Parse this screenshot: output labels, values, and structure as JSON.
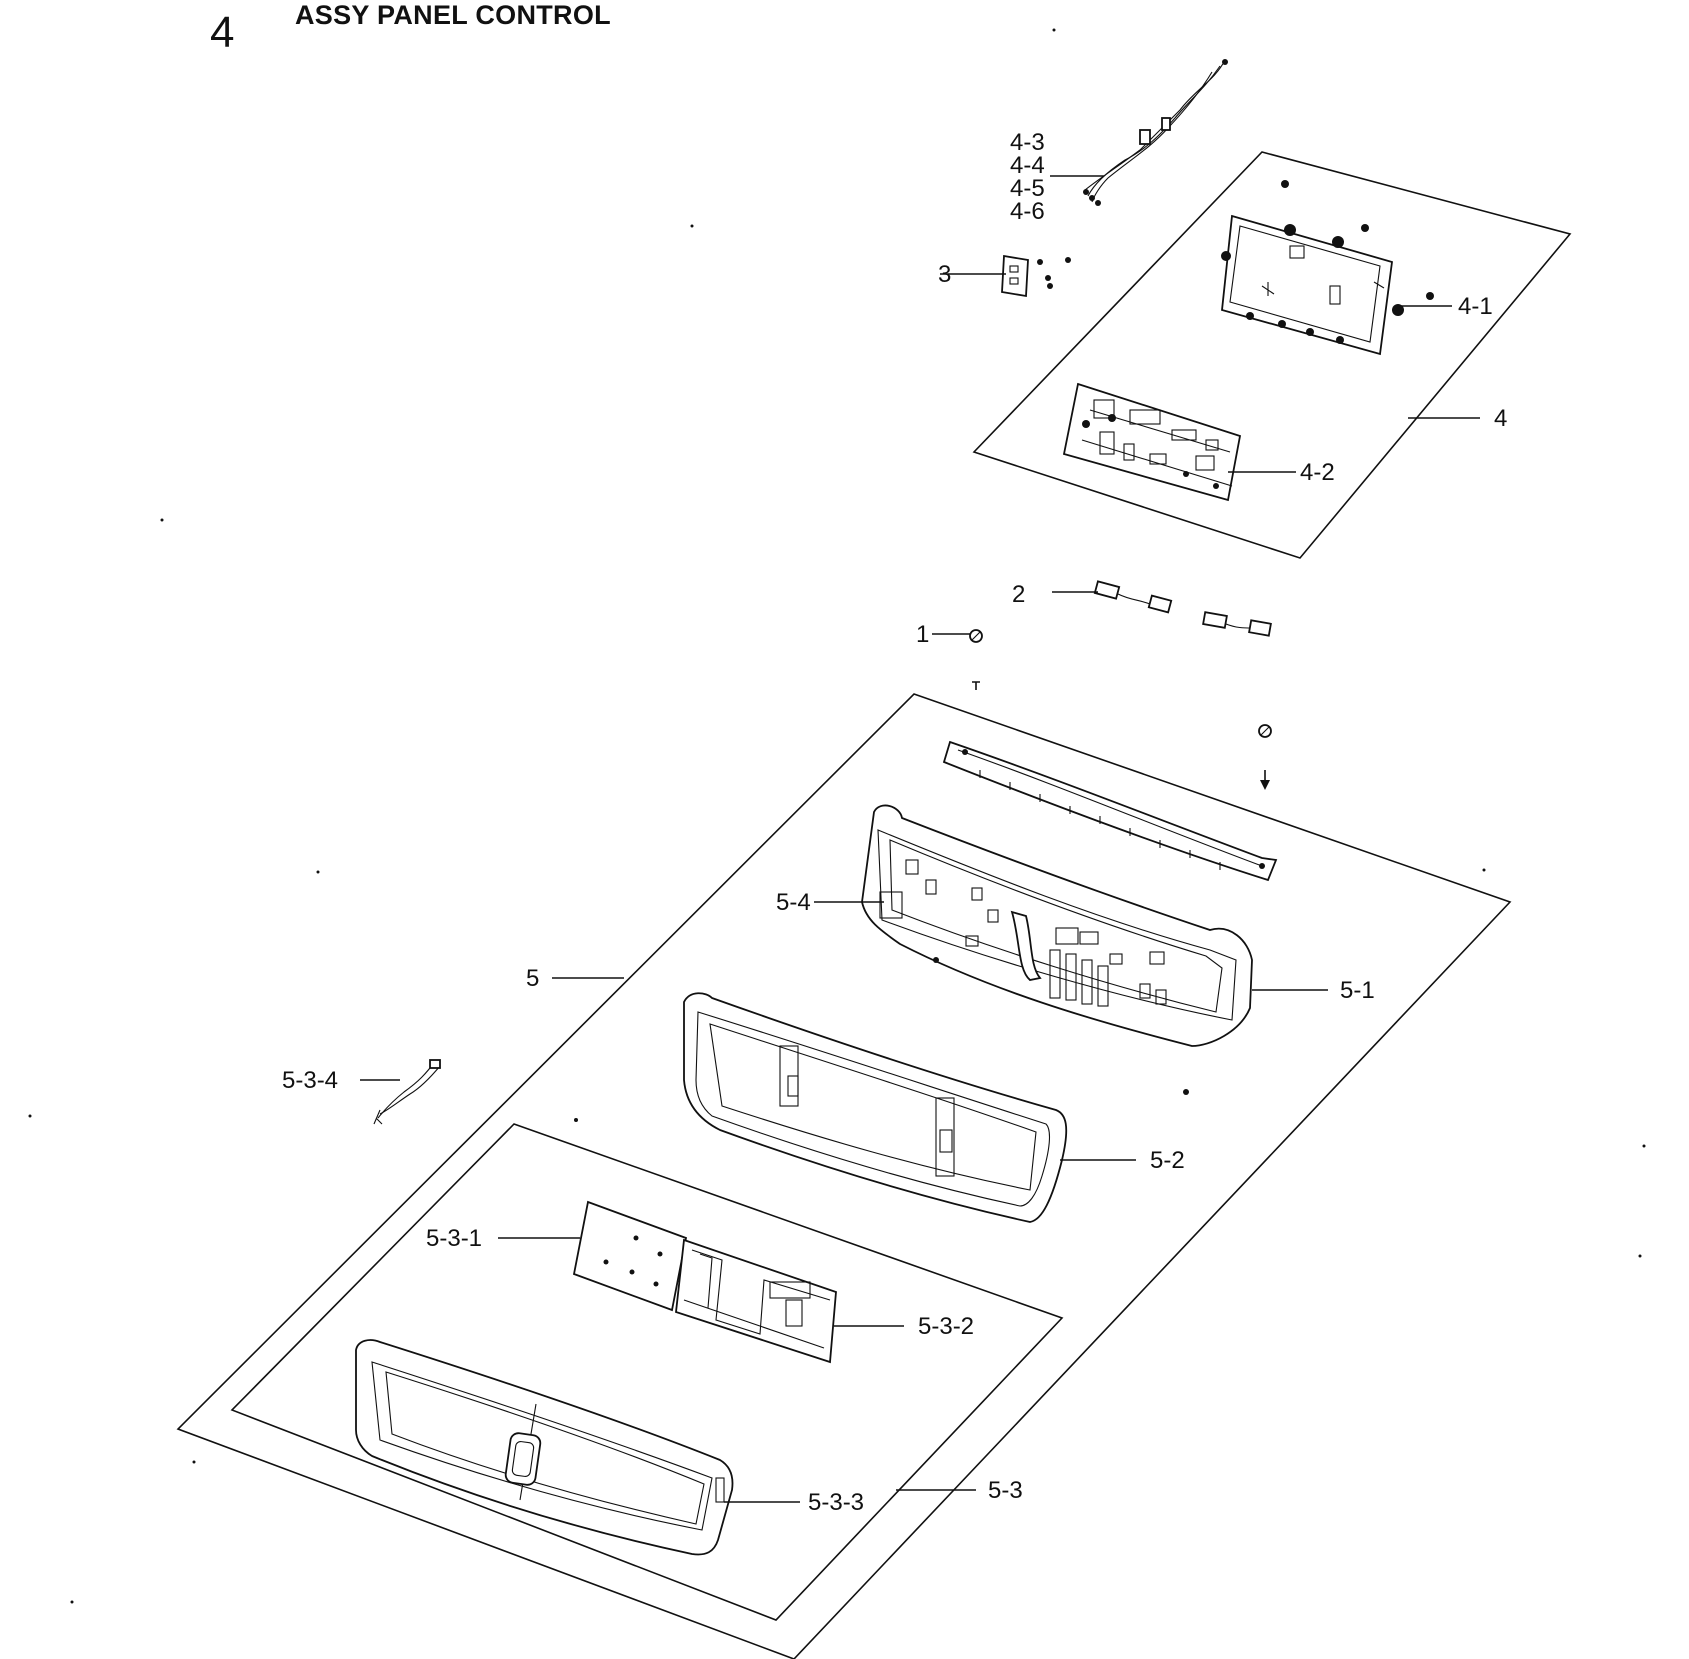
{
  "header": {
    "section_number": "4",
    "title": "ASSY PANEL CONTROL"
  },
  "callouts": {
    "c_4_3": "4-3",
    "c_4_4": "4-4",
    "c_4_5": "4-5",
    "c_4_6": "4-6",
    "c_3": "3",
    "c_4_1": "4-1",
    "c_4": "4",
    "c_4_2": "4-2",
    "c_2": "2",
    "c_1": "1",
    "c_5_4": "5-4",
    "c_5": "5",
    "c_5_1": "5-1",
    "c_5_3_4": "5-3-4",
    "c_5_2": "5-2",
    "c_5_3_1": "5-3-1",
    "c_5_3_2": "5-3-2",
    "c_5_3_3": "5-3-3",
    "c_5_3": "5-3"
  }
}
